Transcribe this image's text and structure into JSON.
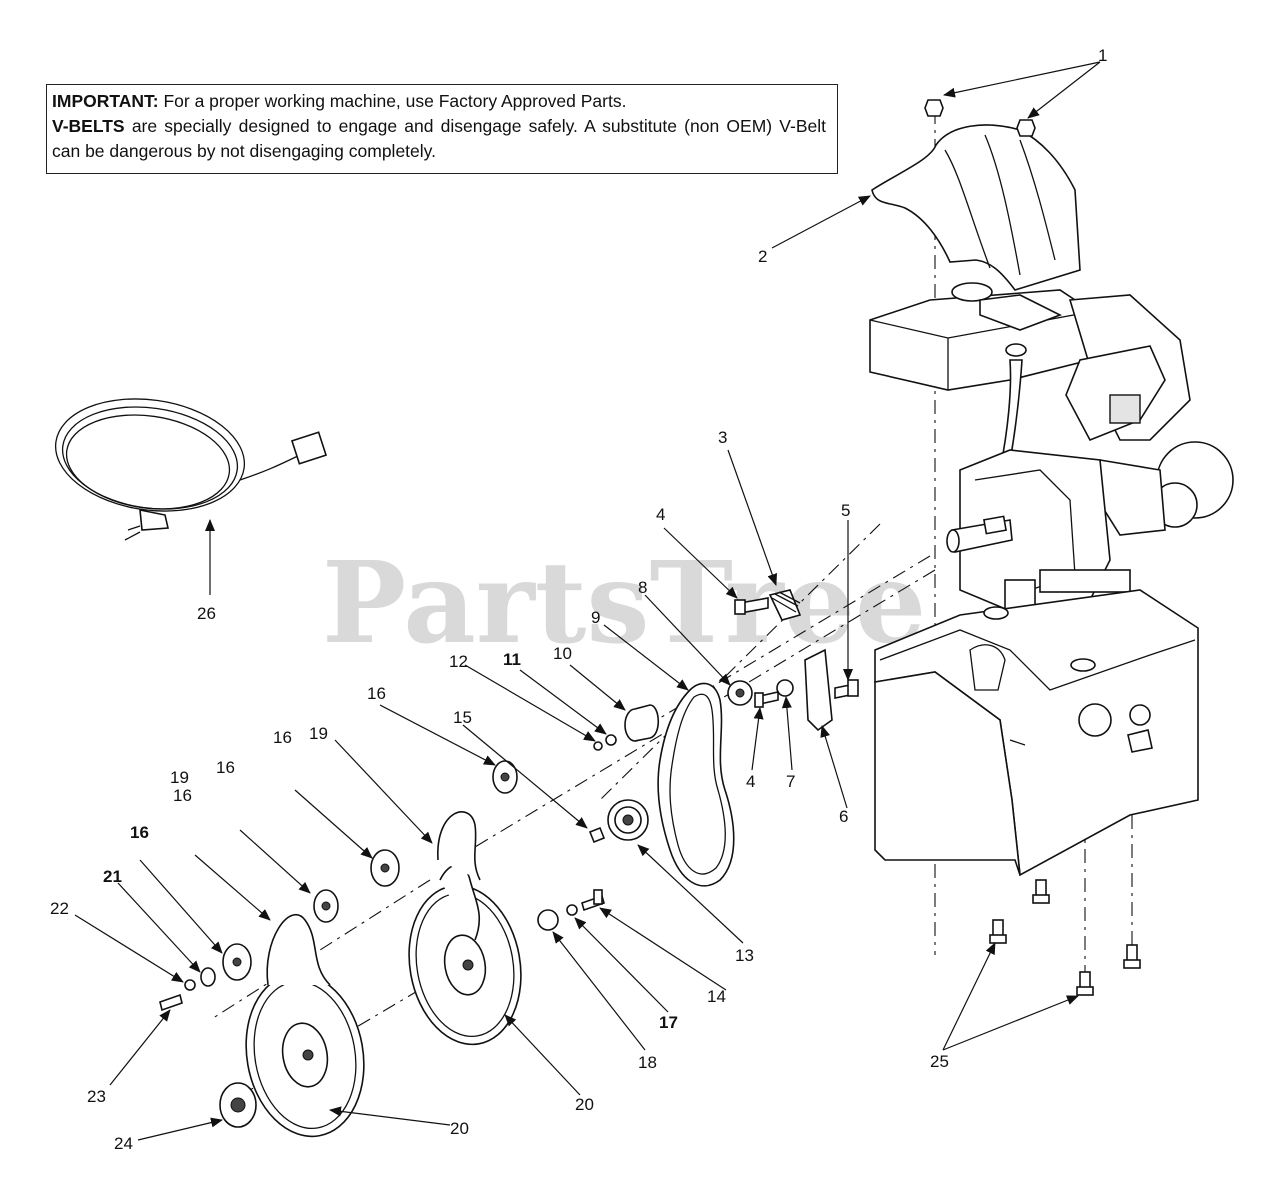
{
  "notice": {
    "important_label": "IMPORTANT:",
    "important_text": " For a proper working machine, use Factory Approved Parts.",
    "vbelts_label": "V-BELTS",
    "vbelts_text": " are specially designed to engage and disengage safely. A substitute (non OEM) V-Belt can be dangerous by not disengaging completely."
  },
  "watermark": "PartsTree",
  "callouts": [
    "1",
    "2",
    "3",
    "4",
    "4",
    "5",
    "6",
    "7",
    "8",
    "9",
    "10",
    "11",
    "12",
    "13",
    "14",
    "15",
    "16",
    "16",
    "16",
    "16",
    "16",
    "17",
    "18",
    "19",
    "19",
    "20",
    "20",
    "21",
    "22",
    "23",
    "24",
    "25",
    "26"
  ],
  "icons": [
    "engine-icon",
    "power-cord-icon",
    "belt-icon",
    "pulley-icon",
    "frame-icon"
  ]
}
